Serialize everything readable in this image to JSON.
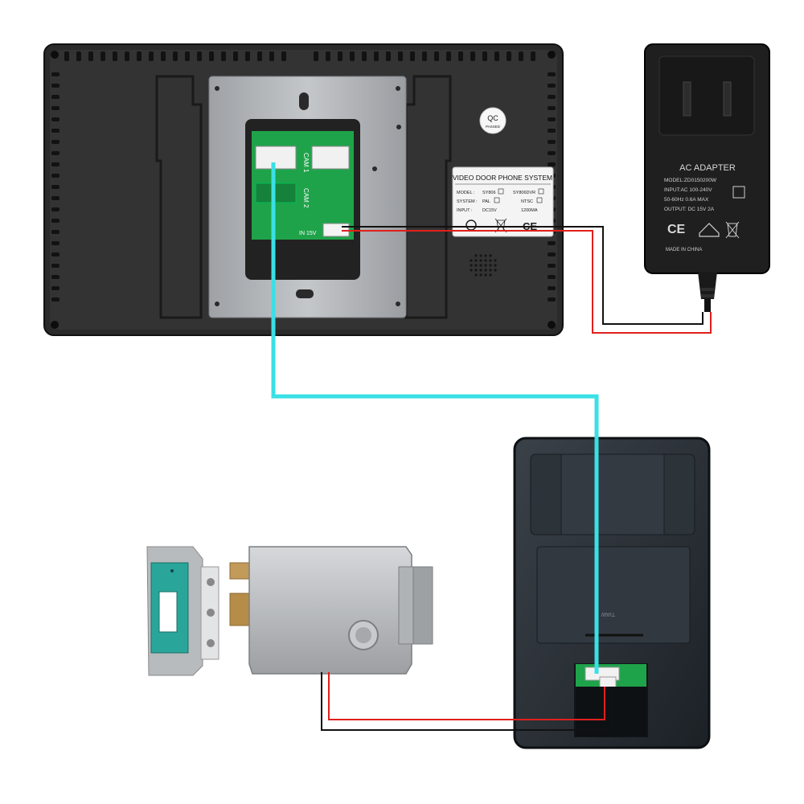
{
  "monitor": {
    "cam1_label": "CAM 1",
    "cam2_label": "CAM 2",
    "power_label": "IN   15V",
    "qc_label": "QC",
    "qc_sub": "PASSED",
    "spec_label": {
      "title": "VIDEO DOOR PHONE SYSTEM",
      "model_key": "MODEL :",
      "model_opt1": "SY806",
      "model_opt2": "SY806DVR",
      "system_key": "SYSTEM :",
      "system_opt1": "PAL",
      "system_opt2": "NTSC",
      "input_key": "INPUT  :",
      "input_val": "DC15V",
      "input_cur": "1200MA",
      "ce_mark": "CE"
    }
  },
  "adapter": {
    "title": "AC ADAPTER",
    "model": "MODEL:ZD0150200W",
    "input": "INPUT:AC 100-240V",
    "freq": "50-60Hz 0.6A MAX",
    "output": "OUTPUT: DC 15V  2A",
    "ce_mark": "CE",
    "origin": "MADE IN CHINA"
  },
  "outdoor_unit": {
    "label": "TIAW"
  },
  "colors": {
    "video_cable": "#39e0e6",
    "power_red": "#e0201c",
    "power_black": "#111111",
    "monitor_body": "#2b2b2b",
    "plate": "#a9acb0",
    "pcb": "#1fa34a"
  }
}
